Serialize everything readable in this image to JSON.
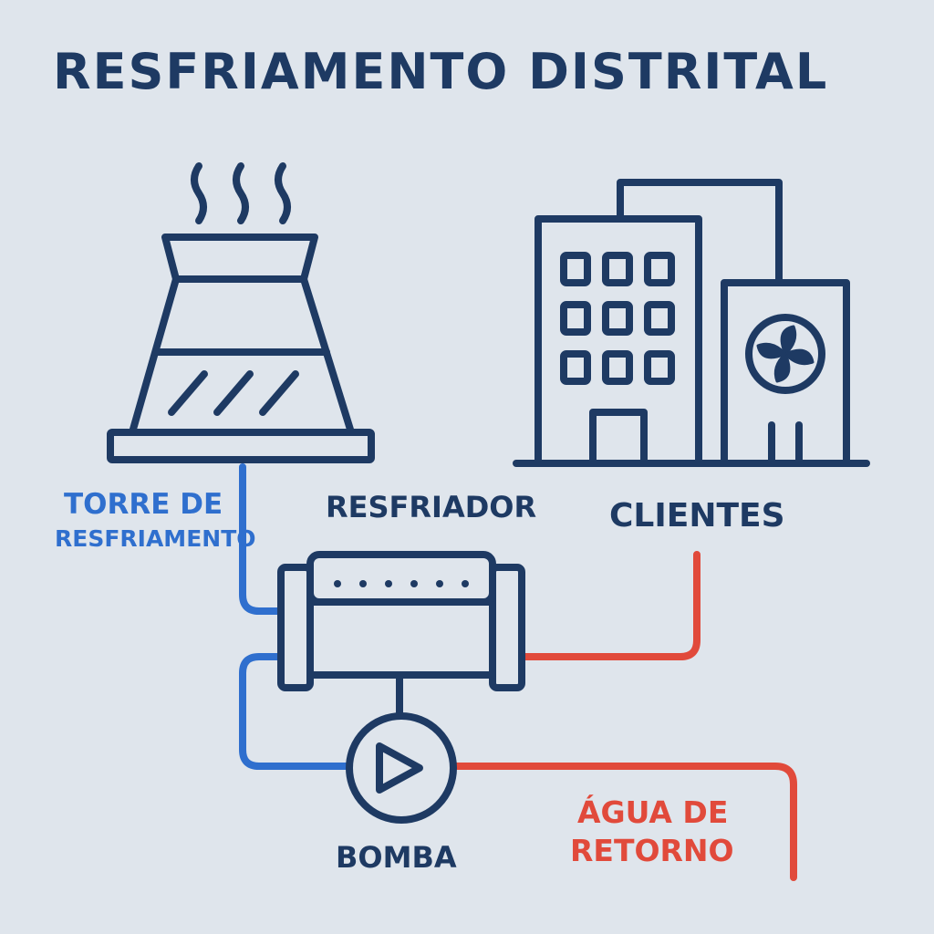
{
  "title": "RESFRIAMENTO DISTRITAL",
  "labels": {
    "tower_line1": "TORRE DE",
    "tower_line2": "RESFRIAMENTO",
    "chiller": "RESFRIADOR",
    "clients": "CLIENTES",
    "pump": "BOMBA",
    "return_line1": "ÁGUA DE",
    "return_line2": "RETORNO"
  },
  "colors": {
    "background": "#dfe5ec",
    "outline": "#1e3a63",
    "cold_pipe": "#2f6fce",
    "hot_pipe": "#e14a3b",
    "tower_label": "#2f6fce",
    "return_label": "#e14a3b"
  },
  "icons": {
    "cooling_tower": "cooling-tower-icon",
    "buildings": "office-buildings-icon",
    "chiller": "chiller-icon",
    "pump": "pump-icon",
    "fan": "fan-icon",
    "steam": "steam-icon"
  }
}
